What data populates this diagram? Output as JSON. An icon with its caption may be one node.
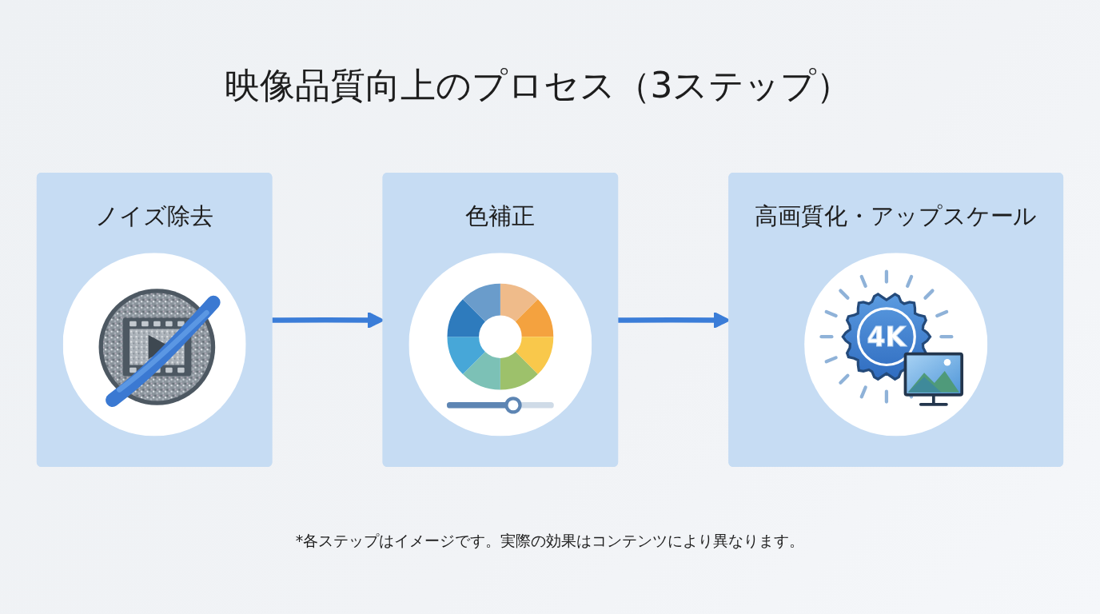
{
  "diagram": {
    "title": "映像品質向上のプロセス（3ステップ）",
    "caption": "*各ステップはイメージです。実際の効果はコンテンツにより異なります。",
    "nodes": [
      {
        "text": [
          "ノイズ除去"
        ]
      },
      {
        "text": [
          "色補正"
        ]
      },
      {
        "text": [
          "高画質化・アップスケール"
        ]
      }
    ],
    "edges": [
      {
        "from": 0,
        "to": 1,
        "arrow": "to"
      },
      {
        "from": 1,
        "to": 2,
        "arrow": "to"
      }
    ],
    "labels": [
      "4K"
    ]
  }
}
